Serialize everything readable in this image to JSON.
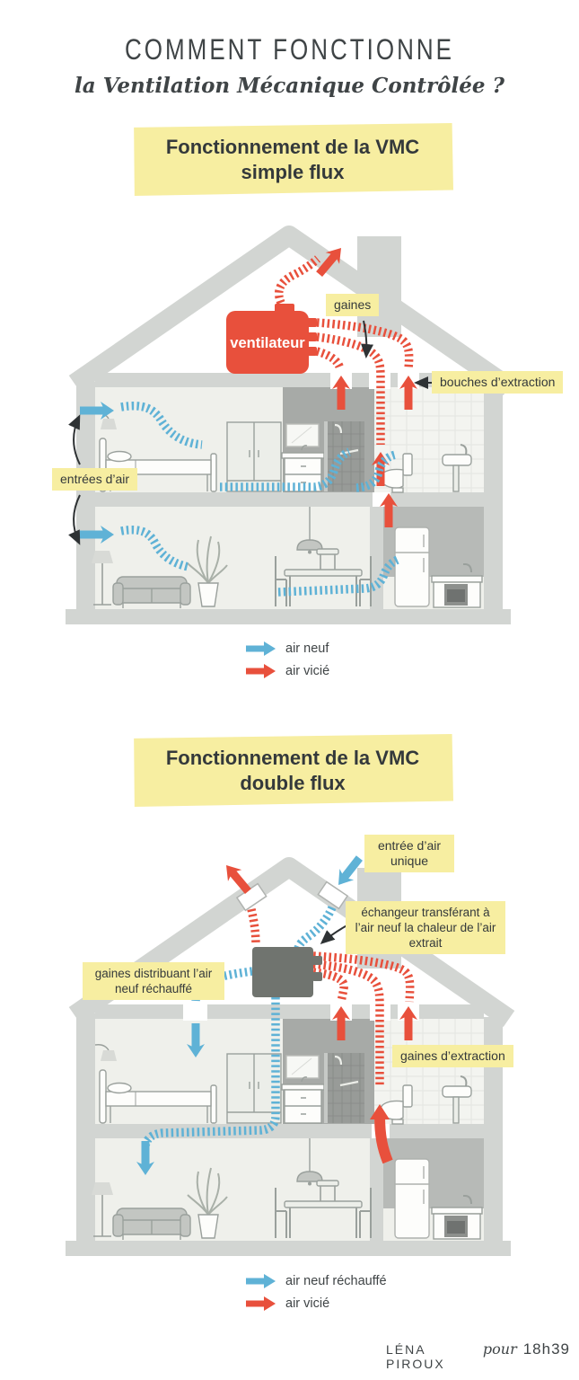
{
  "title": {
    "line1": "COMMENT FONCTIONNE",
    "line2": "la Ventilation Mécanique Contrôlée ?"
  },
  "colors": {
    "fresh_air_blue": "#5fb2d6",
    "stale_air_red": "#e8503c",
    "label_yellow": "#f7eea1",
    "ink": "#3c4144",
    "house_gray": "#d2d5d2",
    "exchanger_gray": "#70746f"
  },
  "simple_flux": {
    "heading_line1": "Fonctionnement de la VMC",
    "heading_line2": "simple flux",
    "fan_label": "ventilateur",
    "labels": {
      "gaines": "gaines",
      "bouches_extraction": "bouches d’extraction",
      "entrees_air": "entrées d’air"
    },
    "legend": [
      {
        "color": "#5fb2d6",
        "label": "air neuf"
      },
      {
        "color": "#e8503c",
        "label": "air vicié"
      }
    ]
  },
  "double_flux": {
    "heading_line1": "Fonctionnement de la VMC",
    "heading_line2": "double flux",
    "labels": {
      "entree_air_unique": "entrée d’air unique",
      "echangeur": "échangeur transférant à l’air neuf la chaleur de l’air extrait",
      "gaines_distribuant": "gaines distribuant l’air neuf réchauffé",
      "gaines_extraction": "gaines d’extraction"
    },
    "legend": [
      {
        "color": "#5fb2d6",
        "label": "air neuf réchauffé"
      },
      {
        "color": "#e8503c",
        "label": "air vicié"
      }
    ]
  },
  "credit": {
    "author": "LÉNA PIROUX",
    "preposition": "pour",
    "brand": "18h39"
  }
}
